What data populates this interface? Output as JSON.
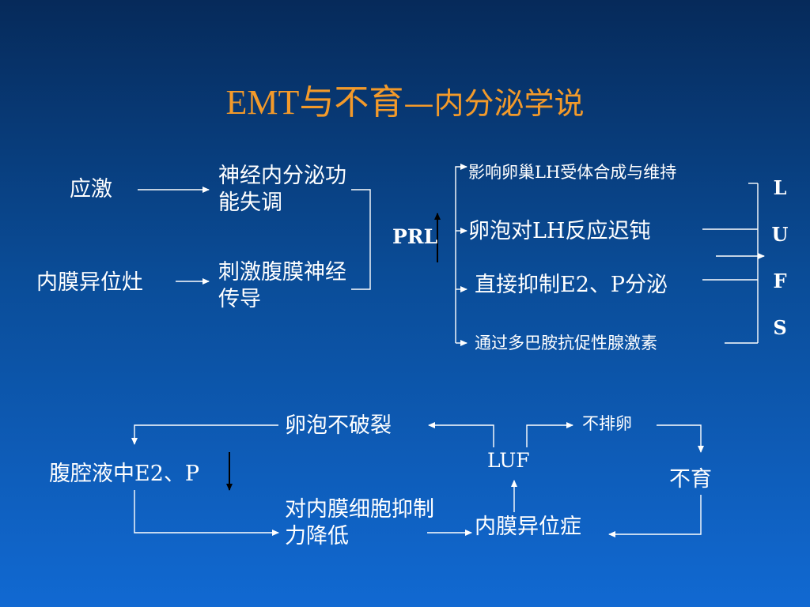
{
  "title": {
    "part1": "EMT",
    "part2": "与不育",
    "part3": "—内分泌学说"
  },
  "top": {
    "stress": "应激",
    "endometriosis_focus": "内膜异位灶",
    "neuroendocrine": "神经内分泌功能失调",
    "peritoneal_nerve": "刺激腹膜神经传导",
    "prl": "PRL",
    "effect1": "影响卵巢LH受体合成与维持",
    "effect2": "卵泡对LH反应迟钝",
    "effect3": "直接抑制E2、P分泌",
    "effect4": "通过多巴胺抗促性腺激素",
    "lufs": [
      "L",
      "U",
      "F",
      "S"
    ]
  },
  "bottom": {
    "follicle": "卵泡不破裂",
    "no_ovulation": "不排卵",
    "luf": "LUF",
    "peritoneal_fluid": "腹腔液中E2、P",
    "infertility": "不育",
    "inhibition": "对内膜细胞抑制力降低",
    "endometriosis": "内膜异位症"
  },
  "colors": {
    "line": "#ffffff",
    "title": "#f39a2a",
    "text": "#ffffff"
  }
}
